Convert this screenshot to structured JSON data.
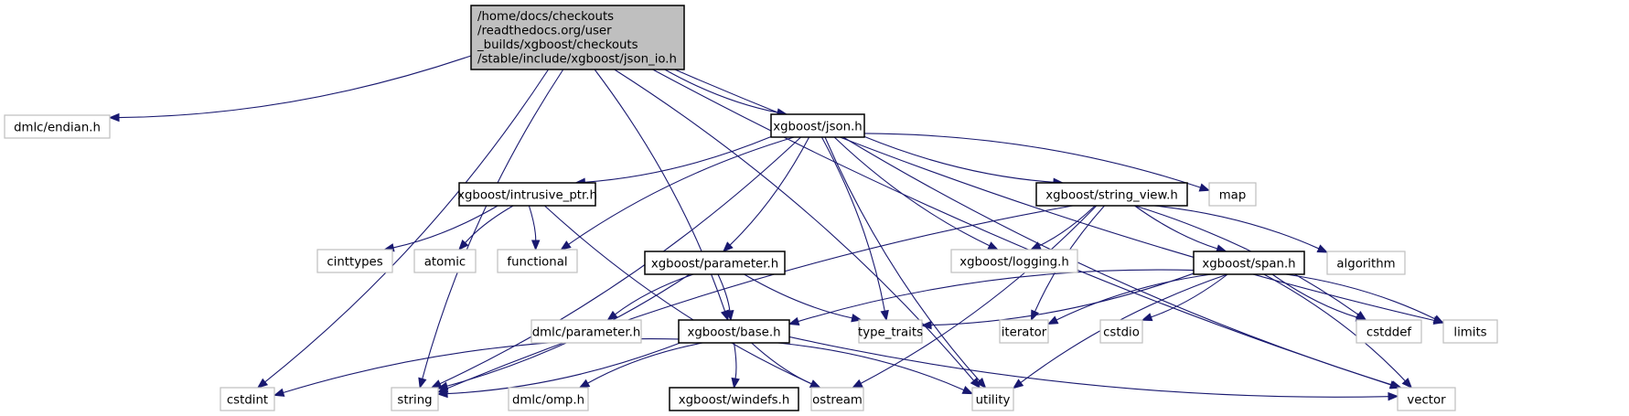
{
  "title": "Include dependency graph for json_io.h",
  "colors": {
    "edge": "#191970",
    "root_fill": "#bfbfbf",
    "root_border": "#000000",
    "documented_border": "#000000",
    "external_border": "#bfbfbf"
  },
  "nodes": [
    {
      "id": "root",
      "kind": "root",
      "lines": [
        "/home/docs/checkouts",
        "/readthedocs.org/user",
        "_builds/xgboost/checkouts",
        "/stable/include/xgboost/json_io.h"
      ]
    },
    {
      "id": "dmlc_endian",
      "kind": "external",
      "lines": [
        "dmlc/endian.h"
      ]
    },
    {
      "id": "json",
      "kind": "documented",
      "lines": [
        "xgboost/json.h"
      ]
    },
    {
      "id": "intrusive_ptr",
      "kind": "documented",
      "lines": [
        "xgboost/intrusive_ptr.h"
      ]
    },
    {
      "id": "string_view",
      "kind": "documented",
      "lines": [
        "xgboost/string_view.h"
      ]
    },
    {
      "id": "map",
      "kind": "external",
      "lines": [
        "map"
      ]
    },
    {
      "id": "cinttypes",
      "kind": "external",
      "lines": [
        "cinttypes"
      ]
    },
    {
      "id": "atomic",
      "kind": "external",
      "lines": [
        "atomic"
      ]
    },
    {
      "id": "functional",
      "kind": "external",
      "lines": [
        "functional"
      ]
    },
    {
      "id": "parameter",
      "kind": "documented",
      "lines": [
        "xgboost/parameter.h"
      ]
    },
    {
      "id": "logging",
      "kind": "external",
      "lines": [
        "xgboost/logging.h"
      ]
    },
    {
      "id": "span",
      "kind": "documented",
      "lines": [
        "xgboost/span.h"
      ]
    },
    {
      "id": "algorithm",
      "kind": "external",
      "lines": [
        "algorithm"
      ]
    },
    {
      "id": "dmlc_parameter",
      "kind": "external",
      "lines": [
        "dmlc/parameter.h"
      ]
    },
    {
      "id": "base",
      "kind": "documented",
      "lines": [
        "xgboost/base.h"
      ]
    },
    {
      "id": "type_traits",
      "kind": "external",
      "lines": [
        "type_traits"
      ]
    },
    {
      "id": "iterator",
      "kind": "external",
      "lines": [
        "iterator"
      ]
    },
    {
      "id": "cstdio",
      "kind": "external",
      "lines": [
        "cstdio"
      ]
    },
    {
      "id": "cstddef",
      "kind": "external",
      "lines": [
        "cstddef"
      ]
    },
    {
      "id": "limits",
      "kind": "external",
      "lines": [
        "limits"
      ]
    },
    {
      "id": "cstdint",
      "kind": "external",
      "lines": [
        "cstdint"
      ]
    },
    {
      "id": "string",
      "kind": "external",
      "lines": [
        "string"
      ]
    },
    {
      "id": "dmlc_omp",
      "kind": "external",
      "lines": [
        "dmlc/omp.h"
      ]
    },
    {
      "id": "windefs",
      "kind": "documented",
      "lines": [
        "xgboost/windefs.h"
      ]
    },
    {
      "id": "ostream",
      "kind": "external",
      "lines": [
        "ostream"
      ]
    },
    {
      "id": "utility",
      "kind": "external",
      "lines": [
        "utility"
      ]
    },
    {
      "id": "vector",
      "kind": "external",
      "lines": [
        "vector"
      ]
    }
  ],
  "edges": [
    [
      "root",
      "dmlc_endian"
    ],
    [
      "root",
      "json"
    ],
    [
      "root",
      "cstdint"
    ],
    [
      "root",
      "string"
    ],
    [
      "root",
      "base"
    ],
    [
      "root",
      "limits"
    ],
    [
      "root",
      "utility"
    ],
    [
      "root",
      "vector"
    ],
    [
      "json",
      "intrusive_ptr"
    ],
    [
      "json",
      "string_view"
    ],
    [
      "json",
      "map"
    ],
    [
      "json",
      "functional"
    ],
    [
      "json",
      "parameter"
    ],
    [
      "json",
      "logging"
    ],
    [
      "json",
      "type_traits"
    ],
    [
      "json",
      "utility"
    ],
    [
      "json",
      "string"
    ],
    [
      "json",
      "vector"
    ],
    [
      "intrusive_ptr",
      "cinttypes"
    ],
    [
      "intrusive_ptr",
      "atomic"
    ],
    [
      "intrusive_ptr",
      "functional"
    ],
    [
      "intrusive_ptr",
      "ostream"
    ],
    [
      "string_view",
      "logging"
    ],
    [
      "string_view",
      "span"
    ],
    [
      "string_view",
      "algorithm"
    ],
    [
      "string_view",
      "iterator"
    ],
    [
      "string_view",
      "ostream"
    ],
    [
      "string_view",
      "string"
    ],
    [
      "string_view",
      "cstddef"
    ],
    [
      "parameter",
      "dmlc_parameter"
    ],
    [
      "parameter",
      "base"
    ],
    [
      "parameter",
      "type_traits"
    ],
    [
      "parameter",
      "string"
    ],
    [
      "span",
      "base"
    ],
    [
      "span",
      "type_traits"
    ],
    [
      "span",
      "iterator"
    ],
    [
      "span",
      "cstdio"
    ],
    [
      "span",
      "cstddef"
    ],
    [
      "span",
      "limits"
    ],
    [
      "span",
      "utility"
    ],
    [
      "span",
      "vector"
    ],
    [
      "base",
      "cstdint"
    ],
    [
      "base",
      "string"
    ],
    [
      "base",
      "dmlc_omp"
    ],
    [
      "base",
      "windefs"
    ],
    [
      "base",
      "ostream"
    ],
    [
      "base",
      "utility"
    ],
    [
      "base",
      "vector"
    ]
  ]
}
